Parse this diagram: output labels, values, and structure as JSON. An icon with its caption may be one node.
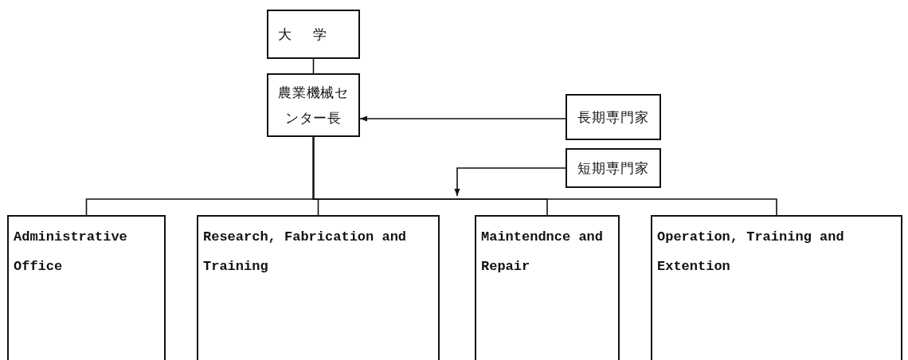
{
  "diagram": {
    "nodes": [
      {
        "text": [
          "大学"
        ]
      },
      {
        "text": [
          "農業機械センター長"
        ]
      },
      {
        "text": [
          "長期専門家"
        ]
      },
      {
        "text": [
          "短期専門家"
        ]
      },
      {
        "text": [
          "Administrative Office"
        ]
      },
      {
        "text": [
          "Research, Fabrication and Training"
        ]
      },
      {
        "text": [
          "Maintendnce and Repair"
        ]
      },
      {
        "text": [
          "Operation, Training and Extention"
        ]
      }
    ],
    "edges": [
      {
        "from": 0,
        "to": 1,
        "arrow": "none"
      },
      {
        "from": 2,
        "to": 1,
        "arrow": "to"
      },
      {
        "from": 1,
        "to": 4,
        "arrow": "none"
      },
      {
        "from": 1,
        "to": 5,
        "arrow": "none"
      },
      {
        "from": 1,
        "to": 6,
        "arrow": "none"
      },
      {
        "from": 1,
        "to": 7,
        "arrow": "none"
      },
      {
        "from": 3,
        "to": null,
        "arrow": "to"
      }
    ]
  }
}
